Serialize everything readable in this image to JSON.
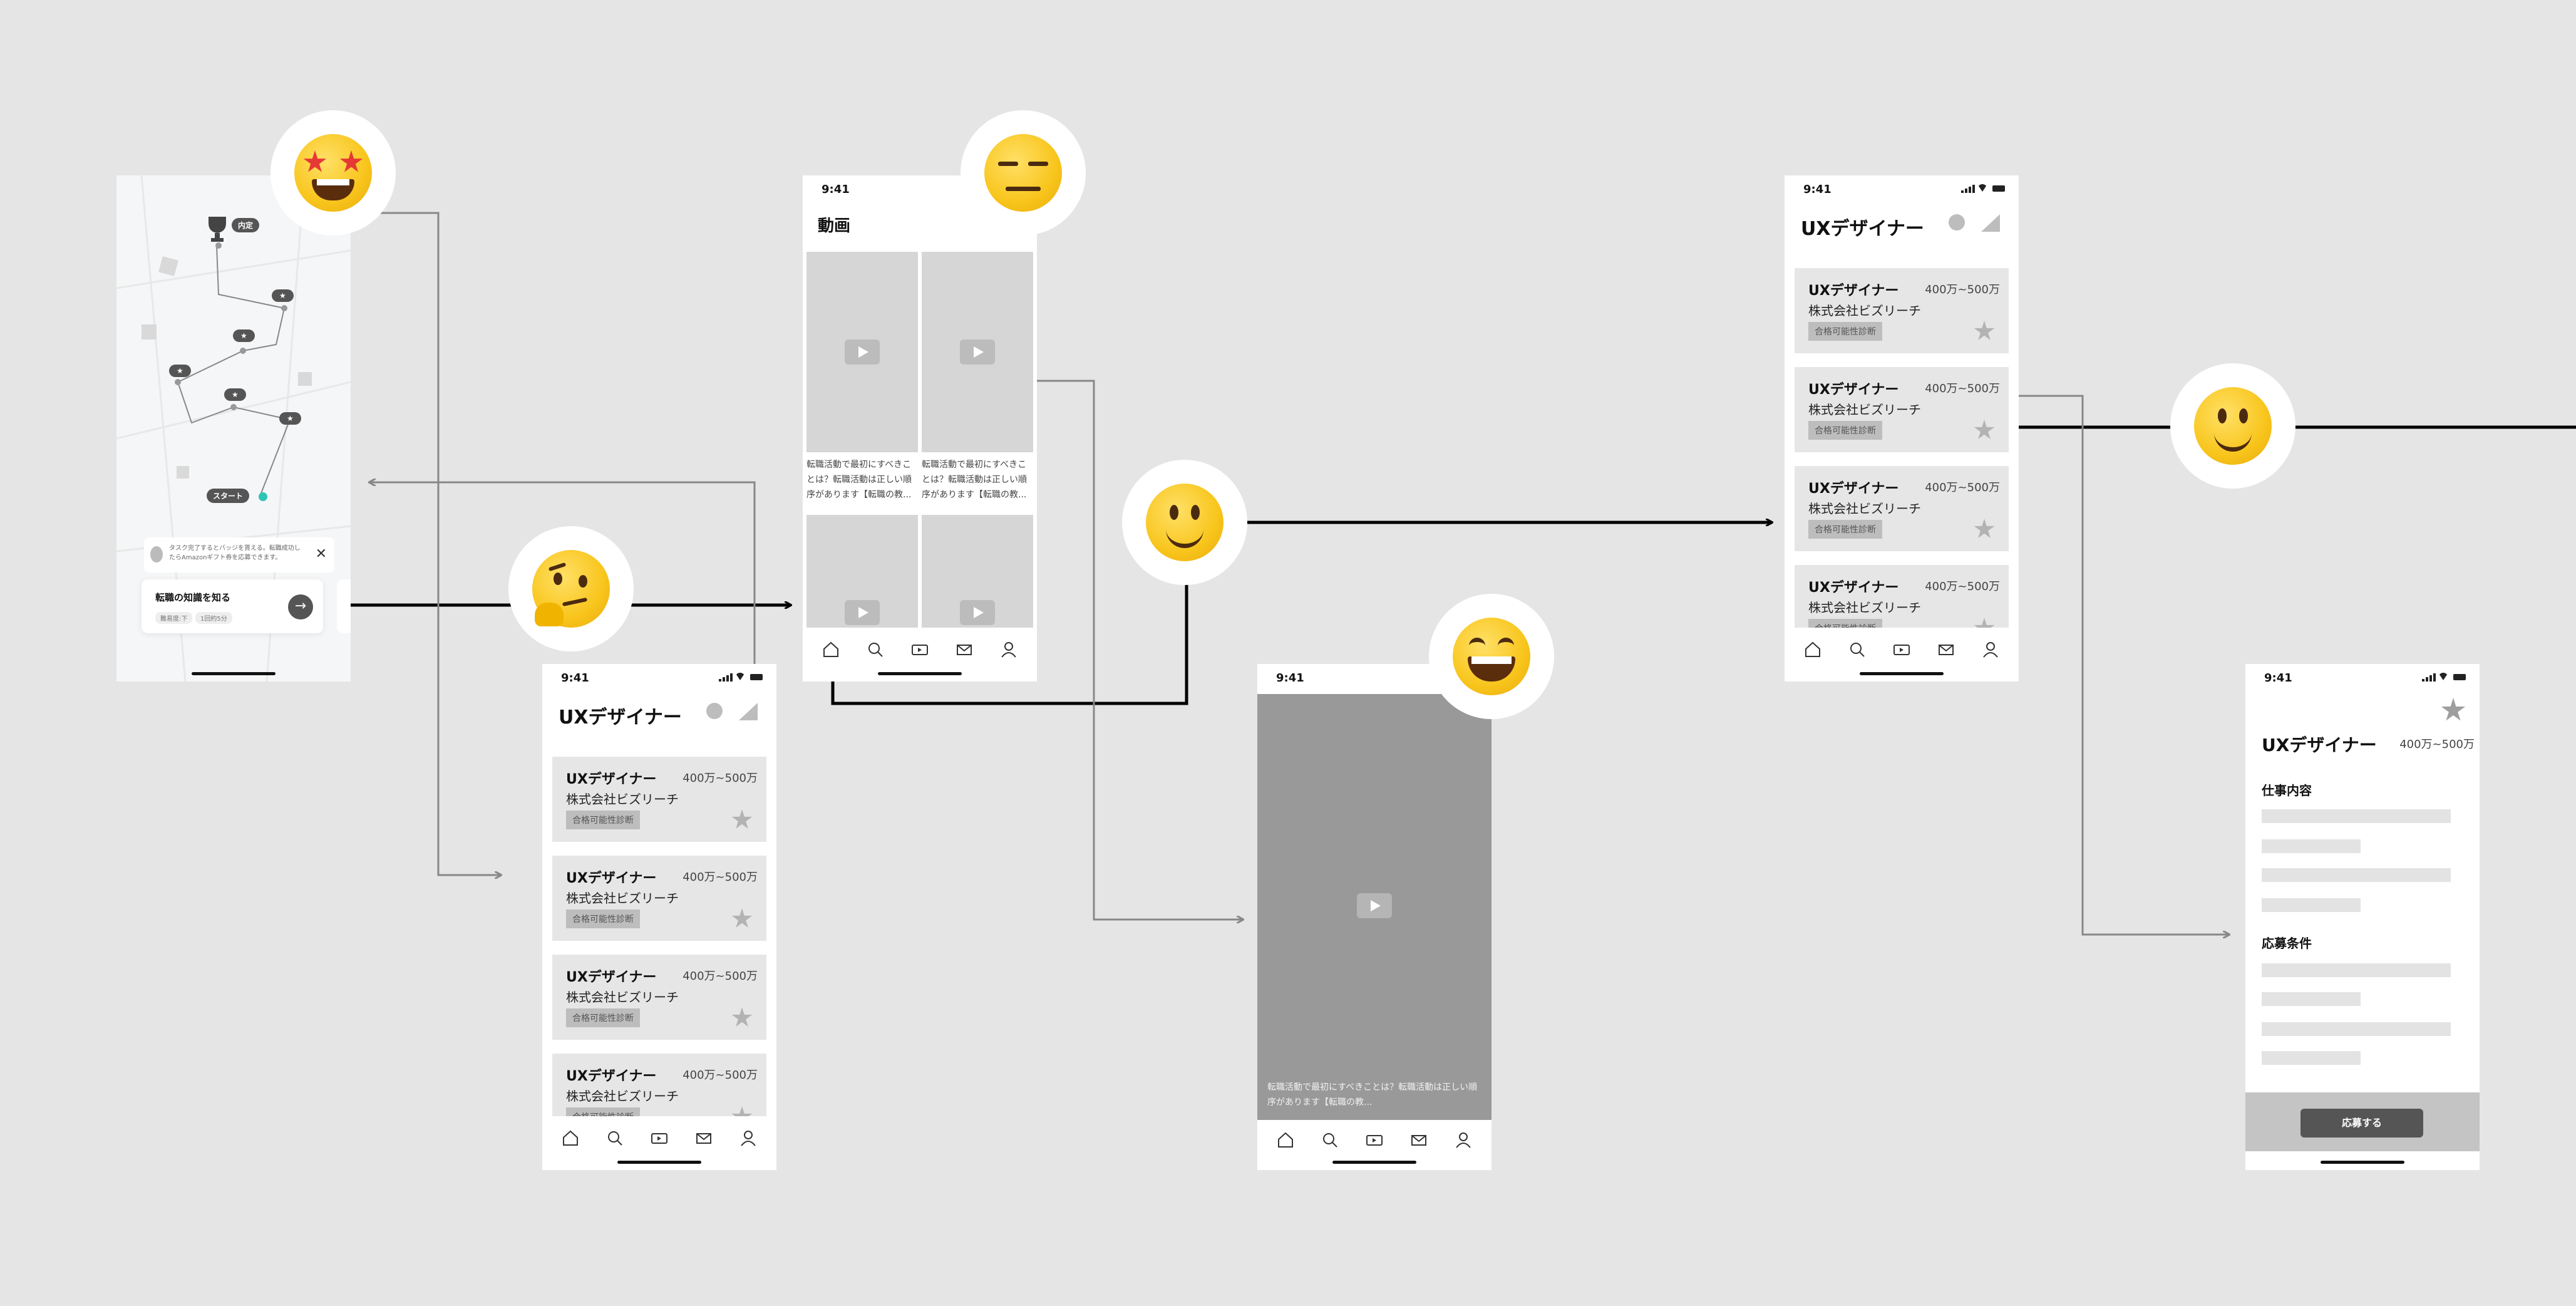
{
  "time": "9:41",
  "screens": {
    "map": {
      "trophy_label": "内定",
      "start_label": "スタート",
      "notice": "タスク完了するとバッジを貰える。転職成功したらAmazonギフト券を応募できます。",
      "task_title": "転職の知識を知る",
      "task_tags": [
        "難易度:下",
        "1回約5分"
      ]
    },
    "video": {
      "title": "動画",
      "caption": "転職活動で最初にすべきことは？転職活動は正しい順序があります【転職の教..."
    },
    "player": {
      "caption": "転職活動で最初にすべきことは？転職活動は正しい順序があります【転職の教..."
    },
    "jobs": {
      "title": "UXデザイナー",
      "card_title": "UXデザイナー",
      "salary": "400万~500万",
      "company": "株式会社ビズリーチ",
      "badge": "合格可能性診断"
    },
    "detail": {
      "title": "UXデザイナー",
      "salary": "400万~500万",
      "section1": "仕事内容",
      "section2": "応募条件",
      "apply": "応募する"
    }
  },
  "tab_icons": [
    "home-icon",
    "search-icon",
    "video-icon",
    "mail-icon",
    "profile-icon"
  ],
  "emotions": [
    "star-struck",
    "thinking",
    "expressionless",
    "slightly-smiling",
    "grinning",
    "slightly-smiling"
  ],
  "colors": {
    "canvas": "#e5e5e5",
    "highlight": "#2ec4b6",
    "arrow": "#000000",
    "link": "#888888"
  }
}
